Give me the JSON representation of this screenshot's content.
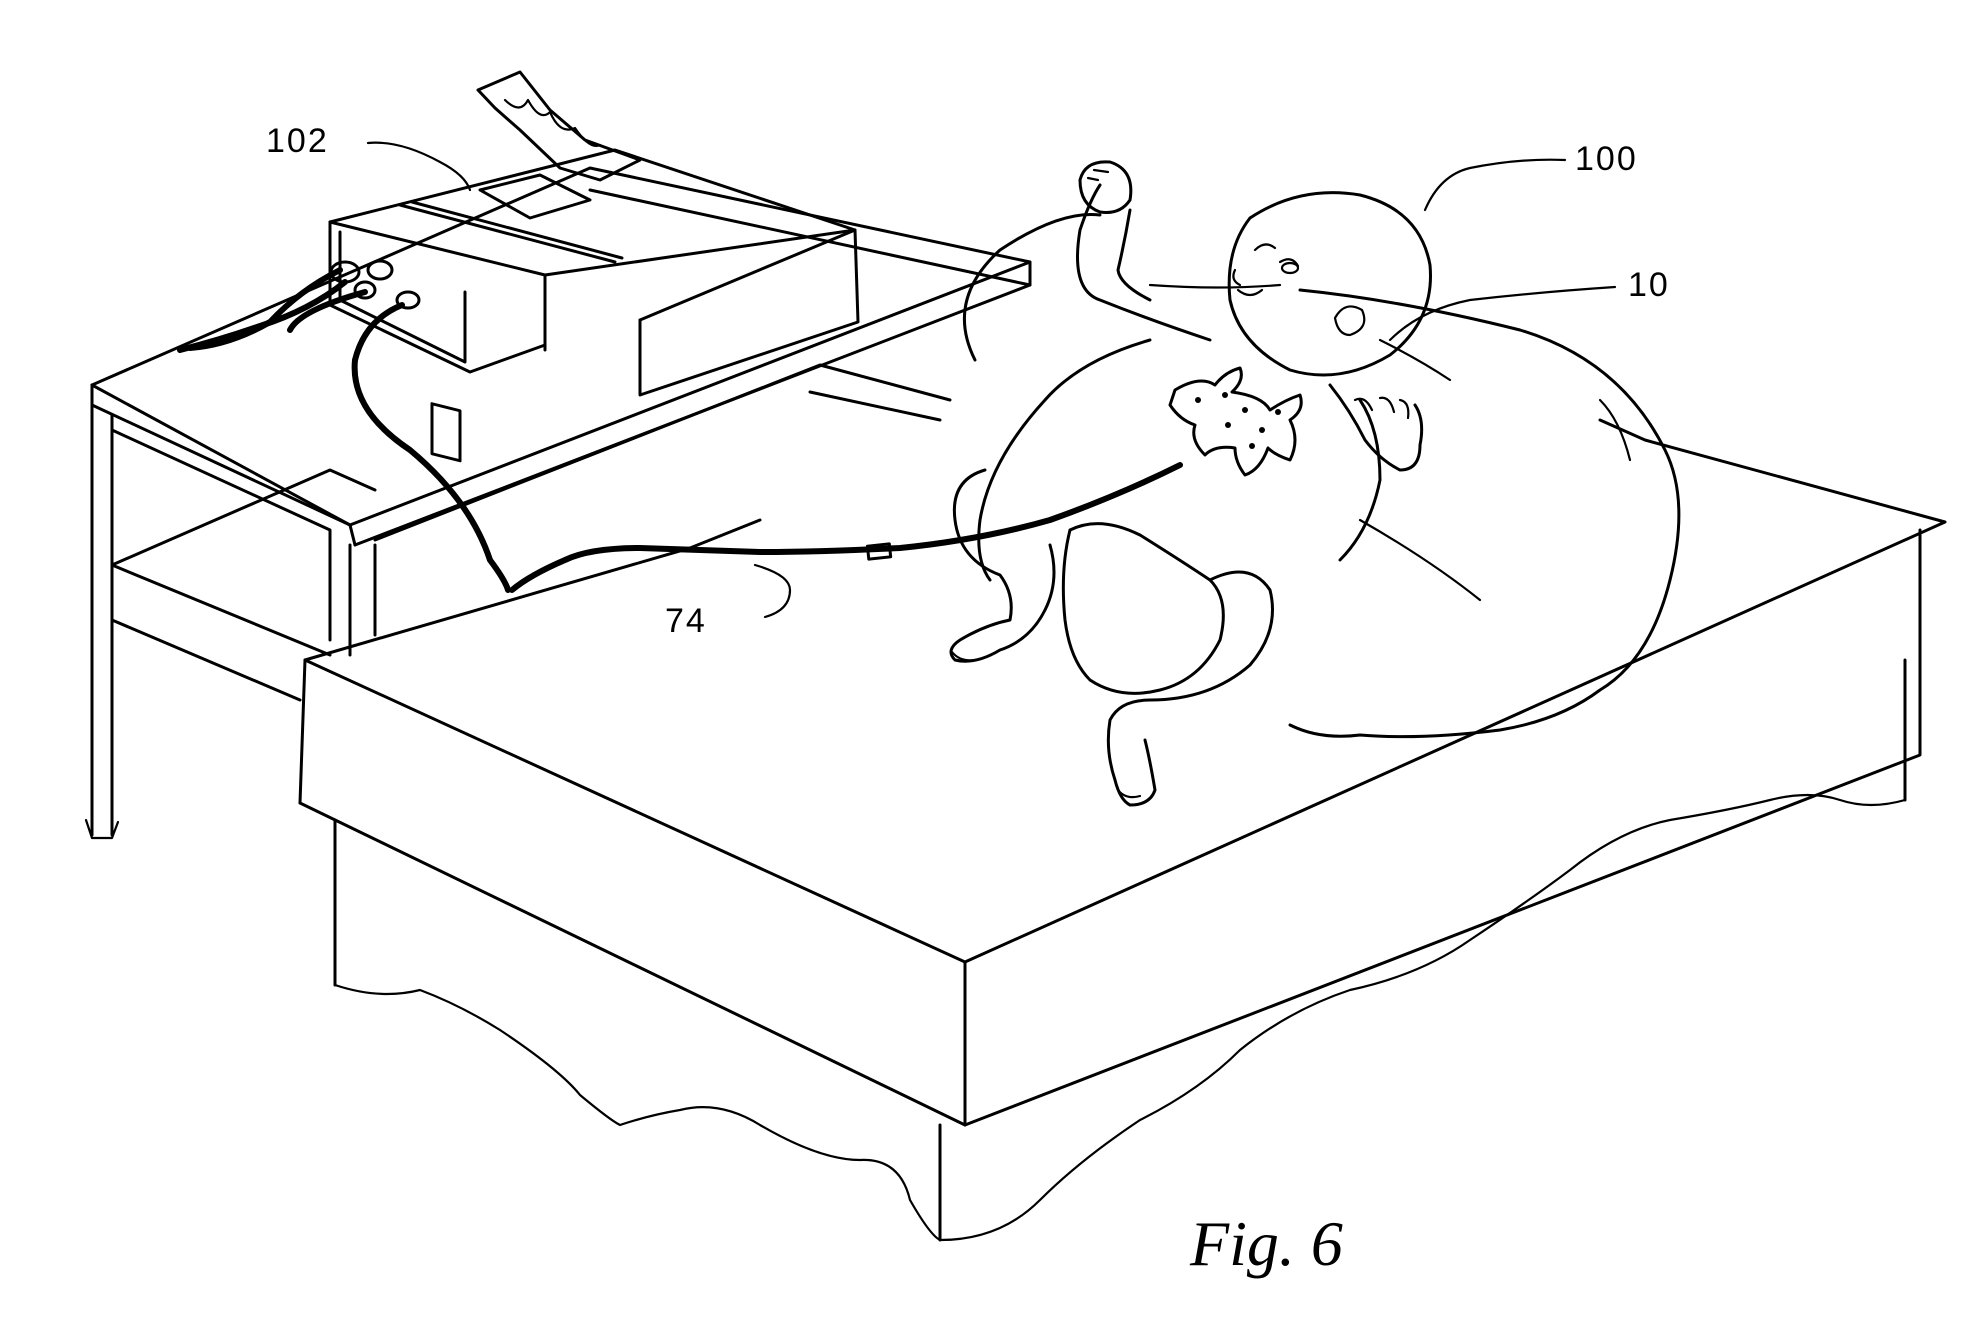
{
  "figure": {
    "caption": "Fig. 6",
    "reference_labels": {
      "monitor": "102",
      "infant": "100",
      "sensor_patch": "10",
      "cable": "74"
    }
  }
}
